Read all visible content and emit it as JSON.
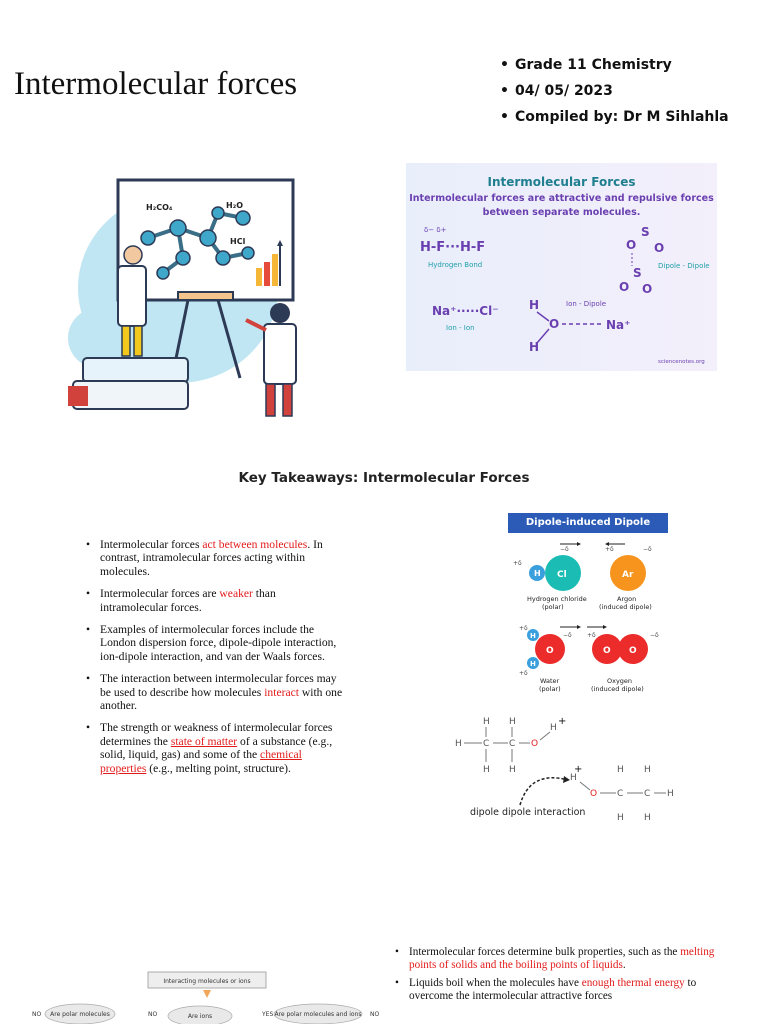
{
  "slide1": {
    "title": "Intermolecular  forces",
    "meta": [
      "Grade 11 Chemistry",
      "04/ 05/ 2023",
      "Compiled by: Dr M Sihlahla"
    ],
    "illustration": {
      "board_labels": [
        "H₂CO₄",
        "H₂O",
        "HCl"
      ]
    },
    "card": {
      "title": "Intermolecular Forces",
      "subtitle_line1": "Intermolecular forces are attractive and repulsive forces",
      "subtitle_line2": "between separate molecules.",
      "hbond_formula": "H-F···H-F",
      "hbond_charges": "δ−   δ+",
      "hbond_label": "Hydrogen Bond",
      "dipole_label": "Dipole - Dipole",
      "ion_formula": "Na⁺·····Cl⁻",
      "ion_label": "Ion - Ion",
      "iondipole_label": "Ion - Dipole",
      "iondipole_ion": "Na⁺",
      "source": "sciencenotes.org"
    }
  },
  "slide2": {
    "title": "Key Takeaways: Intermolecular Forces",
    "bullets": [
      {
        "pre": "Intermolecular forces ",
        "red": "act between molecules",
        "post": ". In contrast, intramolecular forces acting within  molecules."
      },
      {
        "pre": "Intermolecular forces are ",
        "red": "weaker",
        "post": " than intramolecular forces."
      },
      {
        "pre": "Examples of intermolecular forces include the London dispersion force, dipole-dipole interaction, ion-dipole interaction, and van der Waals forces.",
        "red": "",
        "post": ""
      },
      {
        "pre": "The interaction between intermolecular forces may be used to describe how molecules ",
        "red": "interact",
        "post": " with one another."
      }
    ],
    "bullet5": {
      "pre": "The strength or weakness of intermolecular forces determines the ",
      "link1": "state of matter",
      "mid": " of a substance (e.g., solid, liquid, gas) and some of the ",
      "link2": "chemical properties",
      "post": " (e.g., melting point, structure)."
    },
    "dipole_panel": {
      "title": "Dipole-induced Dipole Forces",
      "row1": [
        {
          "atom": "Cl",
          "label1": "Hydrogen chloride",
          "label2": "(polar)"
        },
        {
          "atom": "Ar",
          "label1": "Argon",
          "label2": "(induced dipole)"
        }
      ],
      "row2": [
        {
          "atom": "O",
          "label1": "Water",
          "label2": "(polar)"
        },
        {
          "atom": "O",
          "label1": "Oxygen",
          "label2": "(induced dipole)"
        }
      ],
      "h_atom": "H",
      "plus_delta": "+δ",
      "minus_delta": "−δ"
    },
    "dipole_dipole_label": "dipole dipole interaction"
  },
  "slide3": {
    "flow": {
      "top": "Interacting molecules or ions",
      "nodes": [
        "Are polar molecules",
        "Are ions",
        "Are polar molecules and ions"
      ],
      "answers": [
        "NO",
        "NO",
        "YES",
        "NO"
      ]
    },
    "bullets": [
      {
        "pre": "Intermolecular forces determine bulk properties, such as the ",
        "red": "melting points of solids and the boiling points of liquids",
        "post": "."
      },
      {
        "pre": "Liquids boil when the molecules have ",
        "red": "enough thermal energy",
        "post": " to overcome the intermolecular attractive forces"
      }
    ]
  },
  "colors": {
    "accent_red": "#e21b1b",
    "teal": "#1f7f8f",
    "purple": "#6a3fb0",
    "blue_header": "#2b5bb7"
  }
}
